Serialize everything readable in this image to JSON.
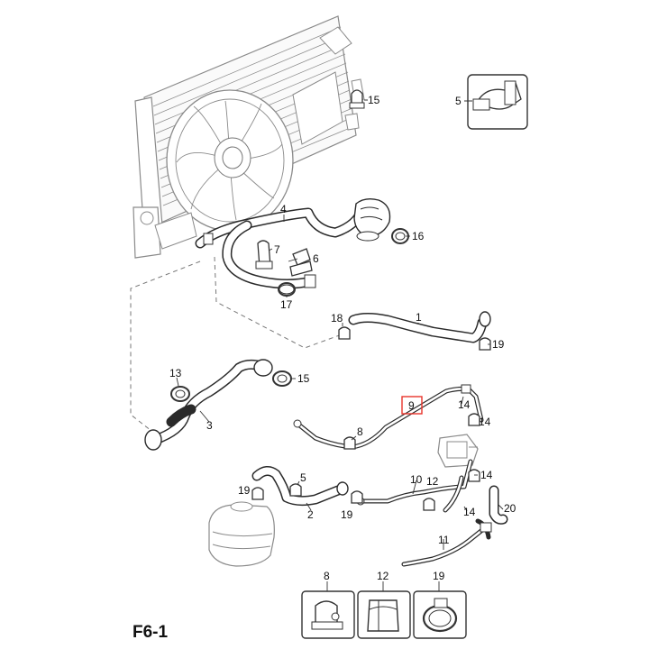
{
  "diagram": {
    "page_code": "F6-1",
    "highlight_color": "#e8332a",
    "callouts": [
      {
        "id": "c15a",
        "text": "15"
      },
      {
        "id": "c5",
        "text": "5"
      },
      {
        "id": "c4",
        "text": "4"
      },
      {
        "id": "c7",
        "text": "7"
      },
      {
        "id": "c6",
        "text": "6"
      },
      {
        "id": "c16",
        "text": "16"
      },
      {
        "id": "c17",
        "text": "17"
      },
      {
        "id": "c18",
        "text": "18"
      },
      {
        "id": "c1",
        "text": "1"
      },
      {
        "id": "c19a",
        "text": "19"
      },
      {
        "id": "c13",
        "text": "13"
      },
      {
        "id": "c15b",
        "text": "15"
      },
      {
        "id": "c3",
        "text": "3"
      },
      {
        "id": "c9",
        "text": "9"
      },
      {
        "id": "c14a",
        "text": "14"
      },
      {
        "id": "c14b",
        "text": "14"
      },
      {
        "id": "c8a",
        "text": "8"
      },
      {
        "id": "c10",
        "text": "10"
      },
      {
        "id": "c14c",
        "text": "14"
      },
      {
        "id": "c5b",
        "text": "5"
      },
      {
        "id": "c19b",
        "text": "19"
      },
      {
        "id": "c12a",
        "text": "12"
      },
      {
        "id": "c19c",
        "text": "19"
      },
      {
        "id": "c2",
        "text": "2"
      },
      {
        "id": "c14d",
        "text": "14"
      },
      {
        "id": "c20",
        "text": "20"
      },
      {
        "id": "c11",
        "text": "11"
      },
      {
        "id": "c8b",
        "text": "8"
      },
      {
        "id": "c12b",
        "text": "12"
      },
      {
        "id": "c19d",
        "text": "19"
      }
    ]
  }
}
